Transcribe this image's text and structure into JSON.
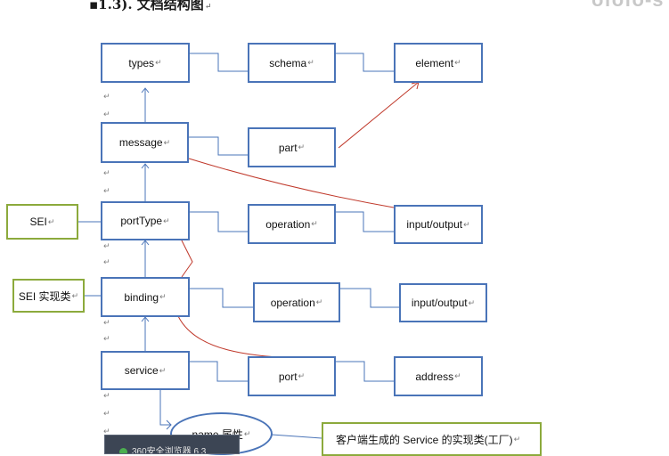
{
  "heading": {
    "prefix": "▪",
    "text": "1.3). 文档结构图",
    "para_mark": "↵"
  },
  "corner_mark": "ofofo-s",
  "para_mark": "↵",
  "boxes": {
    "types": "types",
    "schema": "schema",
    "element": "element",
    "message": "message",
    "part": "part",
    "porttype": "portType",
    "operation_1": "operation",
    "io_1": "input/output",
    "binding": "binding",
    "operation_2": "operation",
    "io_2": "input/output",
    "service": "service",
    "port": "port",
    "address": "address",
    "sei": "SEI",
    "sei_impl": "SEI 实现类",
    "name_attr": "name 属性",
    "client_note": "客户端生成的 Service 的实现类(工厂)"
  },
  "popup": {
    "text": "360安全浏览器 6.3"
  },
  "colors": {
    "box_border": "#4a74b8",
    "note_border": "#8caa3c",
    "red_line": "#c0392b",
    "connector": "#4a74b8"
  }
}
